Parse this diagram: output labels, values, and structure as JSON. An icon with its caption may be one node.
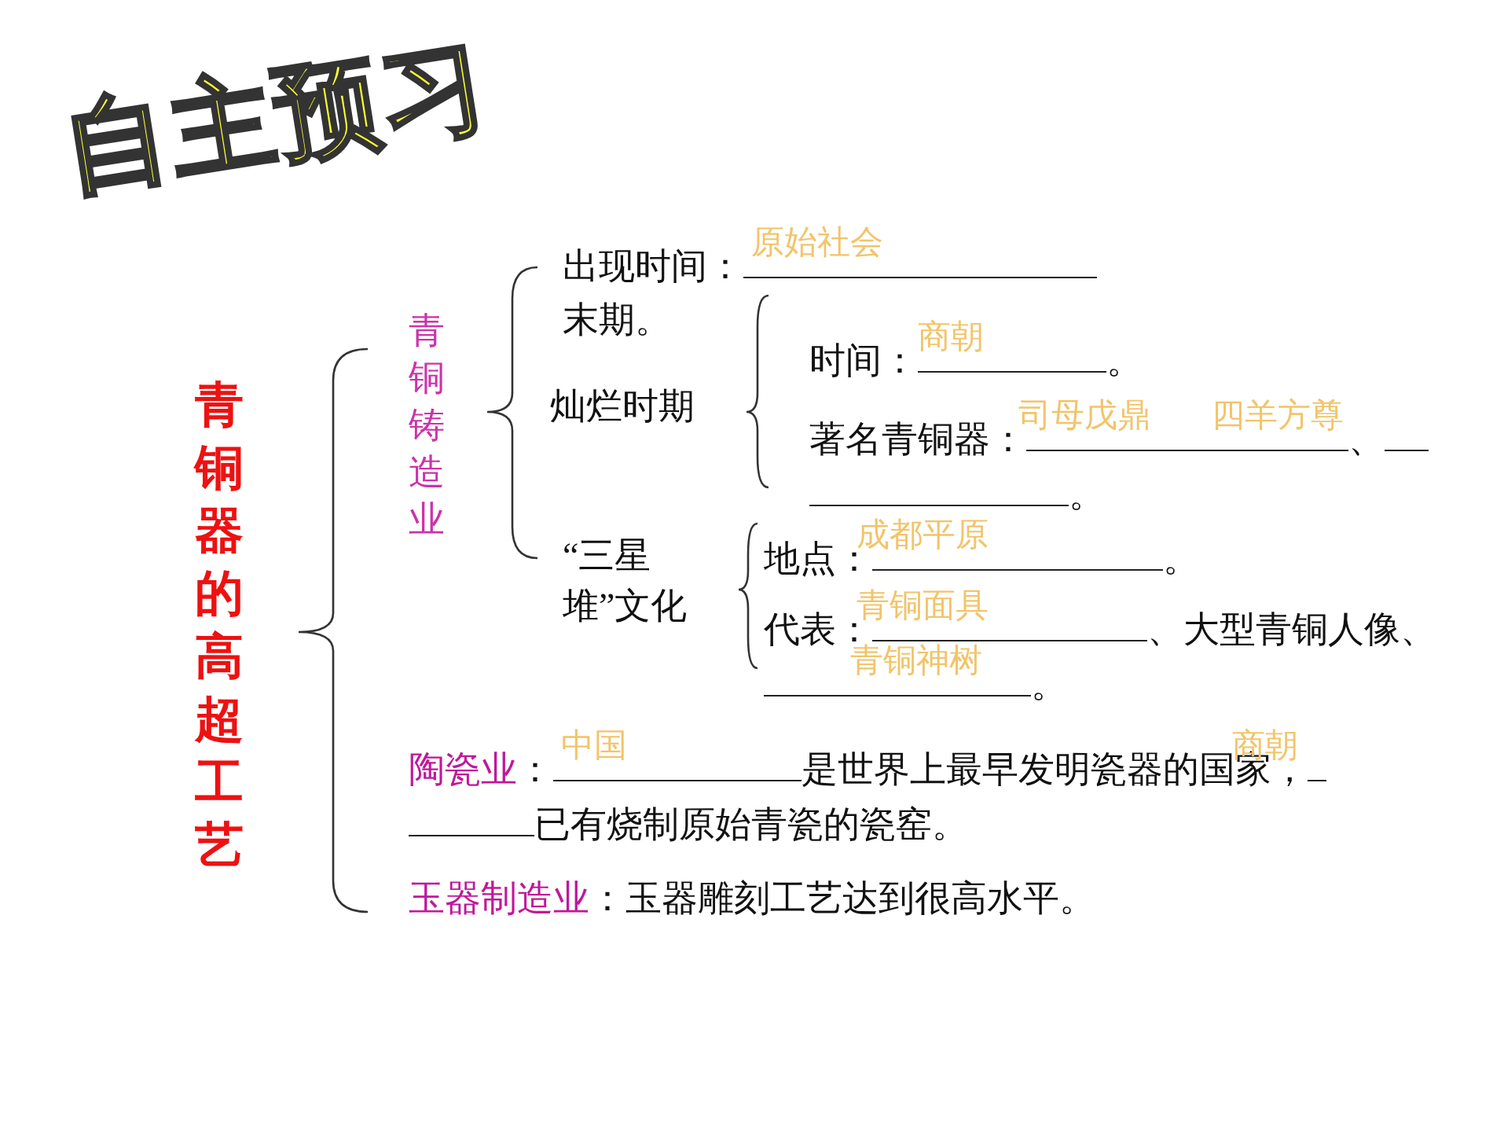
{
  "diagram": {
    "title": "自主预习",
    "nodes": [
      {
        "text": [
          "青铜器的高超工艺"
        ]
      },
      {
        "text": [
          "青铜铸造业"
        ]
      },
      {
        "text": [
          "出现时间：",
          "末期。"
        ],
        "beside": [
          "原始社会"
        ]
      },
      {
        "text": [
          "灿烂时期"
        ]
      },
      {
        "text": [
          "时间：",
          "。"
        ],
        "beside": [
          "商朝"
        ]
      },
      {
        "text": [
          "著名青铜器：",
          "、",
          "。"
        ],
        "beside": [
          "司母戊鼎",
          "四羊方尊"
        ]
      },
      {
        "text": [
          "“三星堆”文化"
        ]
      },
      {
        "text": [
          "地点：",
          "。"
        ],
        "beside": [
          "成都平原"
        ]
      },
      {
        "text": [
          "代表：",
          "、大型青铜人像、",
          "。"
        ],
        "beside": [
          "青铜面具",
          "青铜神树"
        ]
      },
      {
        "text": [
          "陶瓷业",
          "：",
          "是世界上最早发明瓷器的国家，",
          "已有烧制原始青瓷的瓷窑。"
        ],
        "beside": [
          "中国",
          "商朝"
        ]
      },
      {
        "text": [
          "玉器制造业",
          "：玉器雕刻工艺达到很高水平。"
        ]
      }
    ],
    "edges": []
  }
}
